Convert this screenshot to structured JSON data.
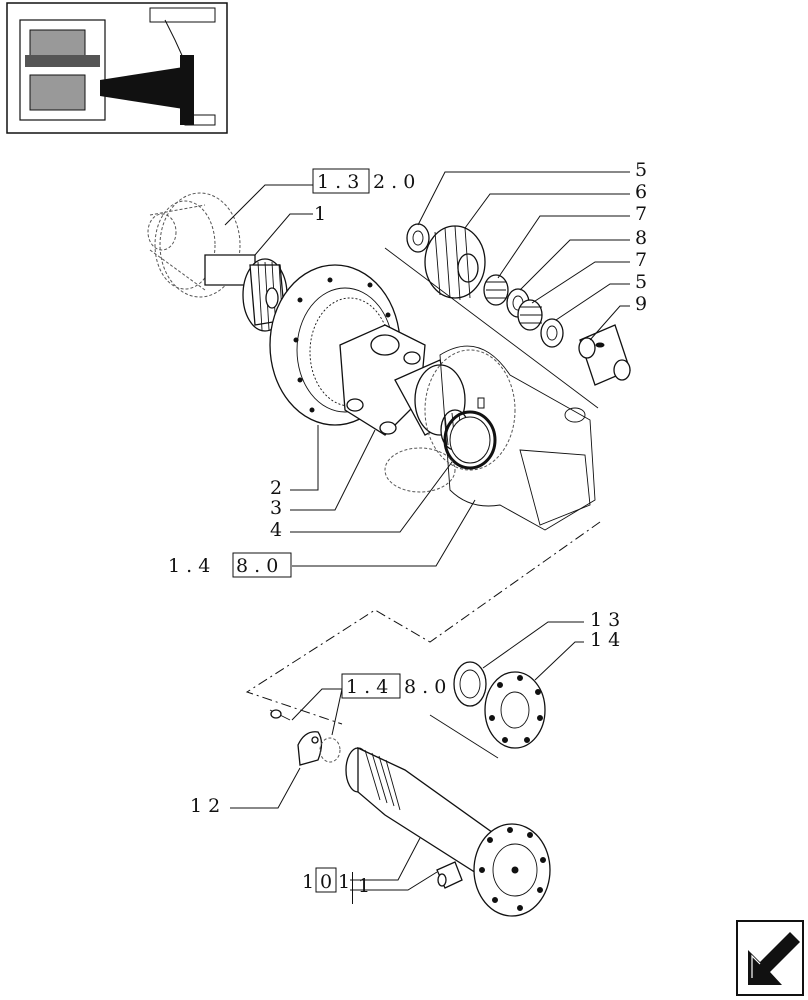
{
  "callouts": [
    {
      "id": "c1",
      "text": "1"
    },
    {
      "id": "c2",
      "text": "2"
    },
    {
      "id": "c3",
      "text": "3"
    },
    {
      "id": "c4",
      "text": "4"
    },
    {
      "id": "c5a",
      "text": "5"
    },
    {
      "id": "c6",
      "text": "6"
    },
    {
      "id": "c7a",
      "text": "7"
    },
    {
      "id": "c8",
      "text": "8"
    },
    {
      "id": "c7b",
      "text": "7"
    },
    {
      "id": "c5b",
      "text": "5"
    },
    {
      "id": "c9",
      "text": "9"
    },
    {
      "id": "c10",
      "text": "10"
    },
    {
      "id": "c11",
      "text": "11"
    },
    {
      "id": "c12",
      "text": "12"
    },
    {
      "id": "c13",
      "text": "13"
    },
    {
      "id": "c14",
      "text": "14"
    }
  ],
  "references": {
    "ref_132": "1.32.0",
    "ref_148a": "1.48.0",
    "ref_148b": "1.48.0"
  },
  "labels": {
    "c1": "1",
    "c2": "2",
    "c3": "3",
    "c4": "4",
    "c5a": "5",
    "c6": "6",
    "c7a": "7",
    "c8": "8",
    "c7b": "7",
    "c5b": "5",
    "c9": "9",
    "c10_a": "1",
    "c10_b": "0",
    "c11_a": "1",
    "c11_b": "1",
    "c12": "1 2",
    "c13": "1 3",
    "c14": "1 4",
    "ref_132_box": "1 . 3",
    "ref_132_rest": "2 . 0",
    "ref_148a_lead": "1 . 4",
    "ref_148a_box": "8 . 0",
    "ref_148b_box": "1 . 4",
    "ref_148b_rest": "8 . 0"
  },
  "icons": {
    "thumbnail": "tractor-axle-thumbnail-icon",
    "nav": "next-page-arrow-icon"
  }
}
